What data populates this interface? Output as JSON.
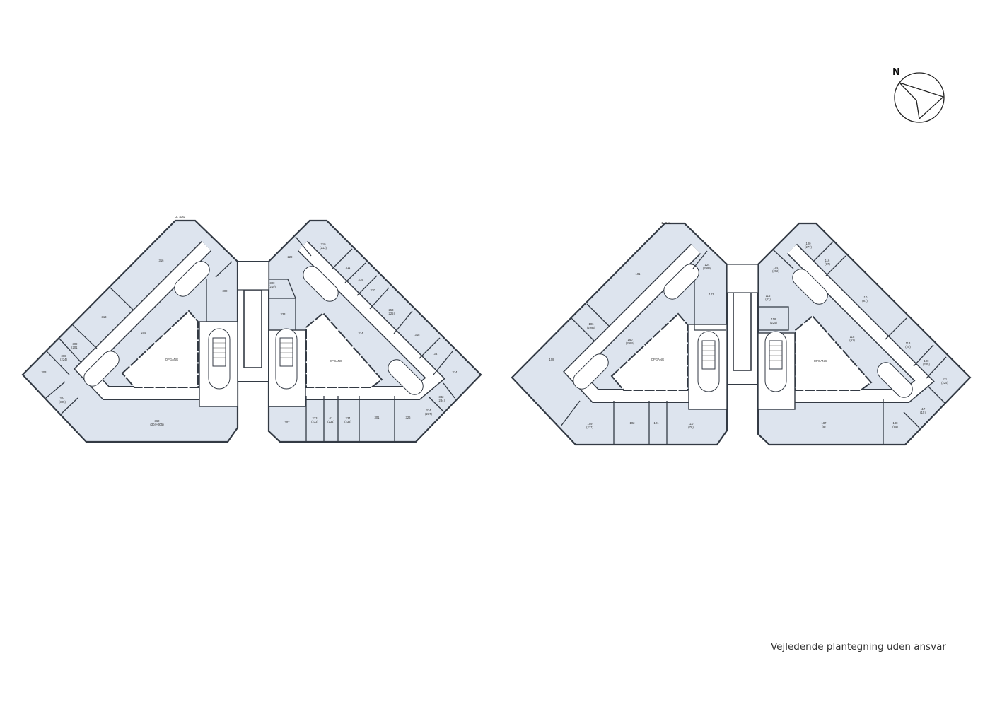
{
  "colors": {
    "room": "#dde4ee",
    "wall": "#333a44",
    "corridor": "#ffffff"
  },
  "compass": {
    "label": "N"
  },
  "footer": {
    "text": "Vejledende plantegning uden ansvar"
  },
  "plans": [
    {
      "title": "3. SAL",
      "rooms": [
        {
          "n": "316"
        },
        {
          "n": "302"
        },
        {
          "n": "313"
        },
        {
          "n": "205"
        },
        {
          "n": "309",
          "a": "(201)"
        },
        {
          "n": "308",
          "a": "(224)"
        },
        {
          "n": "303"
        },
        {
          "n": "304",
          "a": "(305)"
        },
        {
          "n": "360",
          "a": "(304+305)"
        },
        {
          "n": "OPGANG"
        },
        {
          "n": "OPGANG"
        },
        {
          "n": "229"
        },
        {
          "n": "310",
          "a": "(213)"
        },
        {
          "n": "300",
          "a": "(219)"
        },
        {
          "n": "333"
        },
        {
          "n": "311"
        },
        {
          "n": "319"
        },
        {
          "n": "330"
        },
        {
          "n": "253",
          "a": "(225)"
        },
        {
          "n": "314"
        },
        {
          "n": "318"
        },
        {
          "n": "337"
        },
        {
          "n": "314"
        },
        {
          "n": "332",
          "a": "(234)"
        },
        {
          "n": "334",
          "a": "(237)"
        },
        {
          "n": "326"
        },
        {
          "n": "301"
        },
        {
          "n": "307"
        },
        {
          "n": "223",
          "a": "(233)"
        },
        {
          "n": "01",
          "a": "(234)"
        },
        {
          "n": "234",
          "a": "(233)"
        }
      ]
    },
    {
      "title": "1. SAL",
      "rooms": [
        {
          "n": "101"
        },
        {
          "n": "124",
          "a": "(2999)"
        },
        {
          "n": "103"
        },
        {
          "n": "106",
          "a": "(2995)"
        },
        {
          "n": "160",
          "a": "(2995)"
        },
        {
          "n": "108"
        },
        {
          "n": "OPGANG"
        },
        {
          "n": "109",
          "a": "(217)"
        },
        {
          "n": "102"
        },
        {
          "n": "121"
        },
        {
          "n": "110",
          "a": "(78)"
        },
        {
          "n": "120",
          "a": "(277)"
        },
        {
          "n": "104",
          "a": "(292)"
        },
        {
          "n": "116",
          "a": "(97)"
        },
        {
          "n": "110",
          "a": "(87)"
        },
        {
          "n": "116",
          "a": "(82)"
        },
        {
          "n": "118",
          "a": "(225)"
        },
        {
          "n": "118",
          "a": "(91)"
        },
        {
          "n": "113",
          "a": "(25)"
        },
        {
          "n": "100",
          "a": "(225)"
        },
        {
          "n": "111",
          "a": "(225)"
        },
        {
          "n": "117",
          "a": "(15)"
        },
        {
          "n": "187",
          "a": "(8)"
        },
        {
          "n": "188",
          "a": "(95)"
        },
        {
          "n": "OPGANG"
        }
      ]
    }
  ]
}
